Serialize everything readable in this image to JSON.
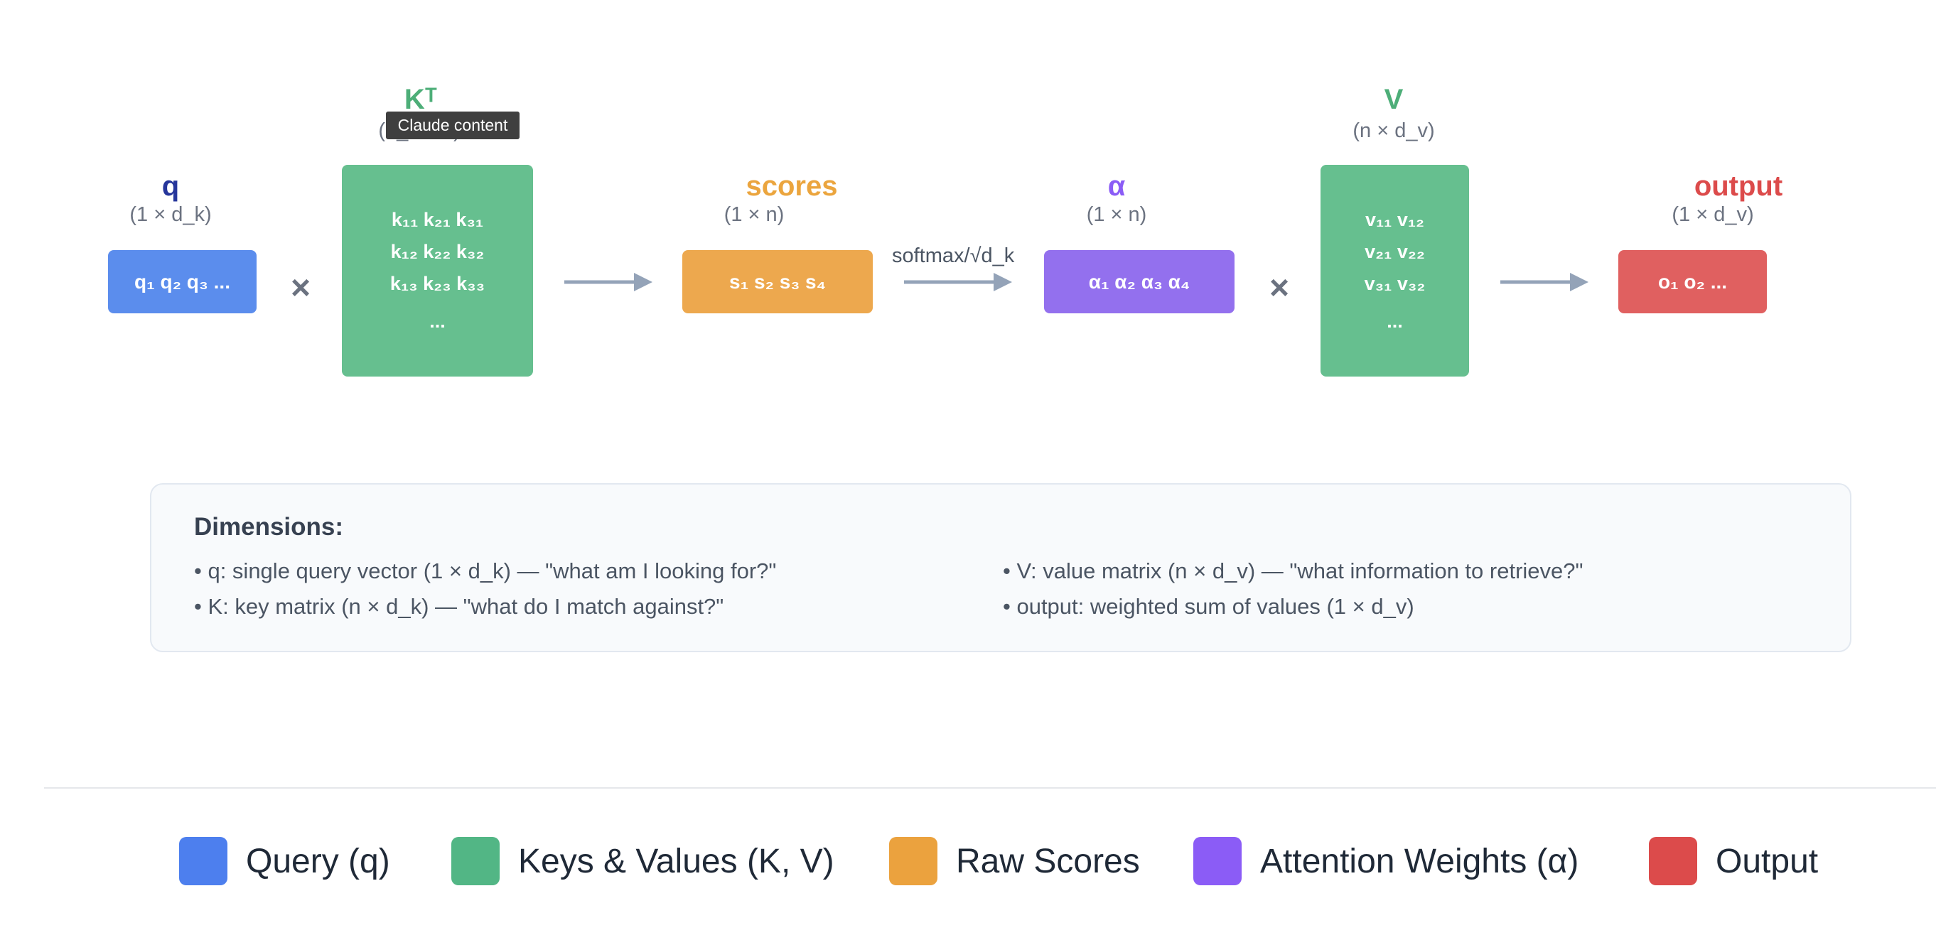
{
  "colors": {
    "query": "#5b8ded",
    "keys_values": "#66bf8f",
    "scores": "#eda84e",
    "weights": "#9370ee",
    "output": "#e06060",
    "query_title": "#26369b",
    "kv_title": "#4dae78",
    "scores_title": "#eba53e",
    "weights_title": "#8b5cf6",
    "output_title": "#dc4b4b"
  },
  "diagram": {
    "q": {
      "title": "q",
      "dim": "(1 × d_k)",
      "content": "q₁ q₂ q₃ ..."
    },
    "k": {
      "title": "Kᵀ",
      "dim": "(d_k × n)",
      "rows": [
        "k₁₁ k₂₁ k₃₁",
        "k₁₂ k₂₂ k₃₂",
        "k₁₃ k₂₃ k₃₃",
        "..."
      ]
    },
    "scores": {
      "title": "scores",
      "dim": "(1 × n)",
      "content": "s₁ s₂ s₃ s₄"
    },
    "softmax_label": "softmax/√d_k",
    "alpha": {
      "title": "α",
      "dim": "(1 × n)",
      "content": "α₁ α₂ α₃ α₄"
    },
    "v": {
      "title": "V",
      "dim": "(n × d_v)",
      "rows": [
        "v₁₁ v₁₂",
        "v₂₁ v₂₂",
        "v₃₁ v₃₂",
        "..."
      ]
    },
    "output": {
      "title": "output",
      "dim": "(1 × d_v)",
      "content": "o₁ o₂ ..."
    },
    "multiply_symbol": "×"
  },
  "tooltip": "Claude content",
  "dimensions": {
    "title": "Dimensions:",
    "left": [
      "• q: single query vector (1 × d_k) — \"what am I looking for?\"",
      "• K: key matrix (n × d_k) — \"what do I match against?\""
    ],
    "right": [
      "• V: value matrix (n × d_v) — \"what information to retrieve?\"",
      "• output: weighted sum of values (1 × d_v)"
    ]
  },
  "legend": [
    {
      "label": "Query (q)",
      "color": "#4d7fee"
    },
    {
      "label": "Keys & Values (K, V)",
      "color": "#52b685"
    },
    {
      "label": "Raw Scores",
      "color": "#eba23e"
    },
    {
      "label": "Attention Weights (α)",
      "color": "#8b5cf6"
    },
    {
      "label": "Output",
      "color": "#dc4b4b"
    }
  ]
}
